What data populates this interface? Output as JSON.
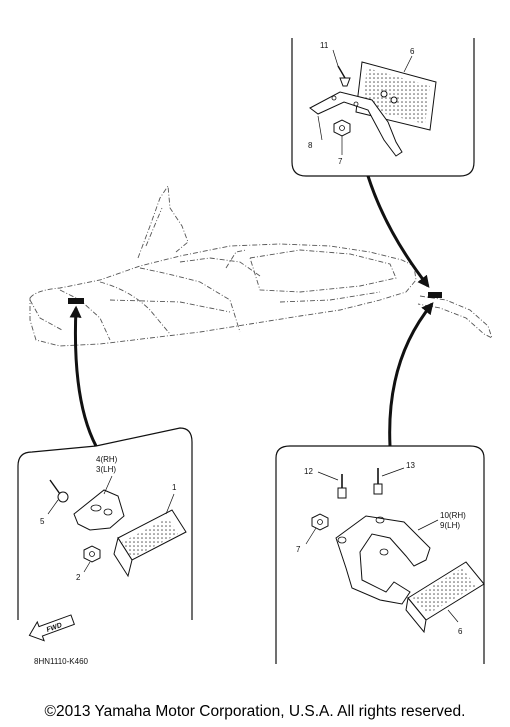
{
  "labels": {
    "p1": "1",
    "p2": "2",
    "p3_4_rh": "4(RH)",
    "p3_4_lh": "3(LH)",
    "p5": "5",
    "p6_top": "6",
    "p7_top": "7",
    "p8": "8",
    "p11": "11",
    "p6_bottom": "6",
    "p7_bottom": "7",
    "p9_10_rh": "10(RH)",
    "p9_10_lh": "9(LH)",
    "p12": "12",
    "p13": "13"
  },
  "fwd_label": "FWD",
  "figure_code": "8HN1110-K460",
  "copyright": "©2013 Yamaha Motor Corporation, U.S.A. All rights reserved."
}
